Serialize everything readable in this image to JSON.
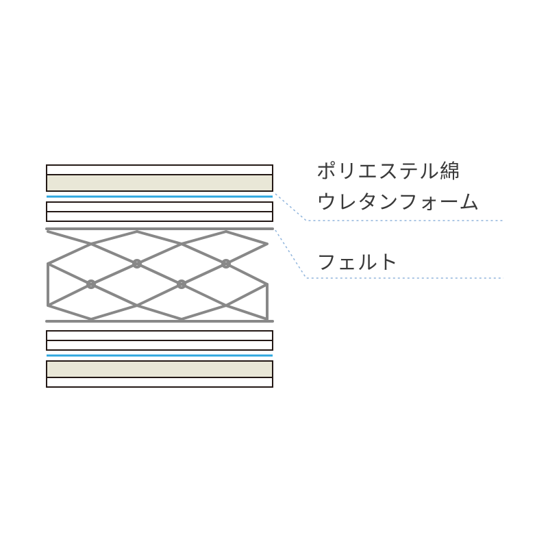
{
  "labels": {
    "polyester": "ポリエステル綿",
    "urethane": "ウレタンフォーム",
    "felt": "フェルト"
  },
  "colors": {
    "outline": "#231815",
    "polyester_fill": "#e9e7d7",
    "felt_blue": "#2fa7df",
    "spring": "#888888",
    "leader": "#8fb4dc",
    "text": "#3a3a3a"
  }
}
